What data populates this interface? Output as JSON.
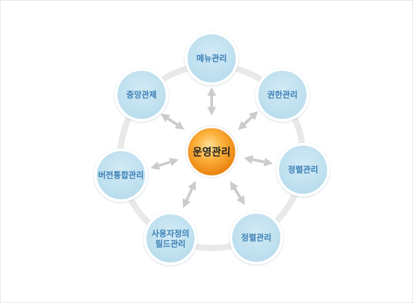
{
  "center": {
    "label": "운영관리"
  },
  "nodes": [
    {
      "id": "menu",
      "label": "메뉴관리"
    },
    {
      "id": "permission",
      "label": "권한관리"
    },
    {
      "id": "sort-right",
      "label": "정렬관리"
    },
    {
      "id": "sort-bottom",
      "label": "정렬관리"
    },
    {
      "id": "user-field",
      "label": "사용자정의 필드관리",
      "lines": [
        "사용자정의",
        "필드관리"
      ]
    },
    {
      "id": "version",
      "label": "버전통합관리"
    },
    {
      "id": "central",
      "label": "중앙관제"
    }
  ],
  "colors": {
    "ring": "#e9e9e9",
    "node_fill": "#bfe0ef",
    "node_border": "#ffffff",
    "node_text": "#3a7fb6",
    "center_inner": "#ffcc66",
    "center_outer": "#e87d0b",
    "arrow": "#cccccc"
  }
}
